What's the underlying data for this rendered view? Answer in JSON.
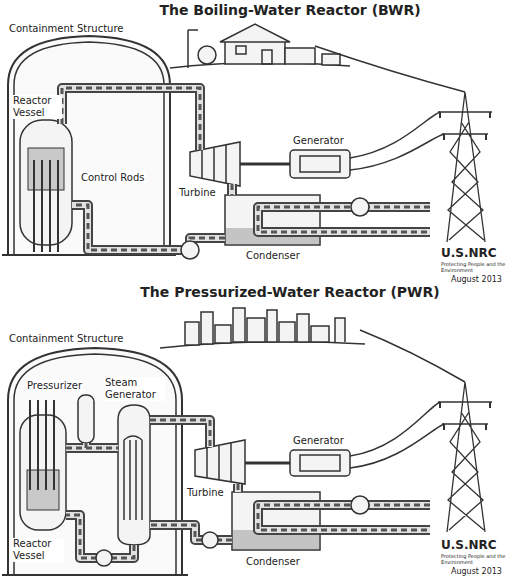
{
  "diagram": {
    "title": "The Boiling-Water Reactor (BWR)",
    "labels": [
      "Containment Structure",
      "Reactor Vessel",
      "Control Rods",
      "Turbine",
      "Generator",
      "Condenser",
      "U.S.NRC",
      "Protecting People and the Environment",
      "August 2013",
      "The Pressurized-Water Reactor (PWR)",
      "Containment Structure",
      "Pressurizer",
      "Steam Generator",
      "Reactor Vessel",
      "Generator",
      "Turbine",
      "Condenser",
      "U.S.NRC",
      "Protecting People and the Environment",
      "August 2013"
    ]
  }
}
